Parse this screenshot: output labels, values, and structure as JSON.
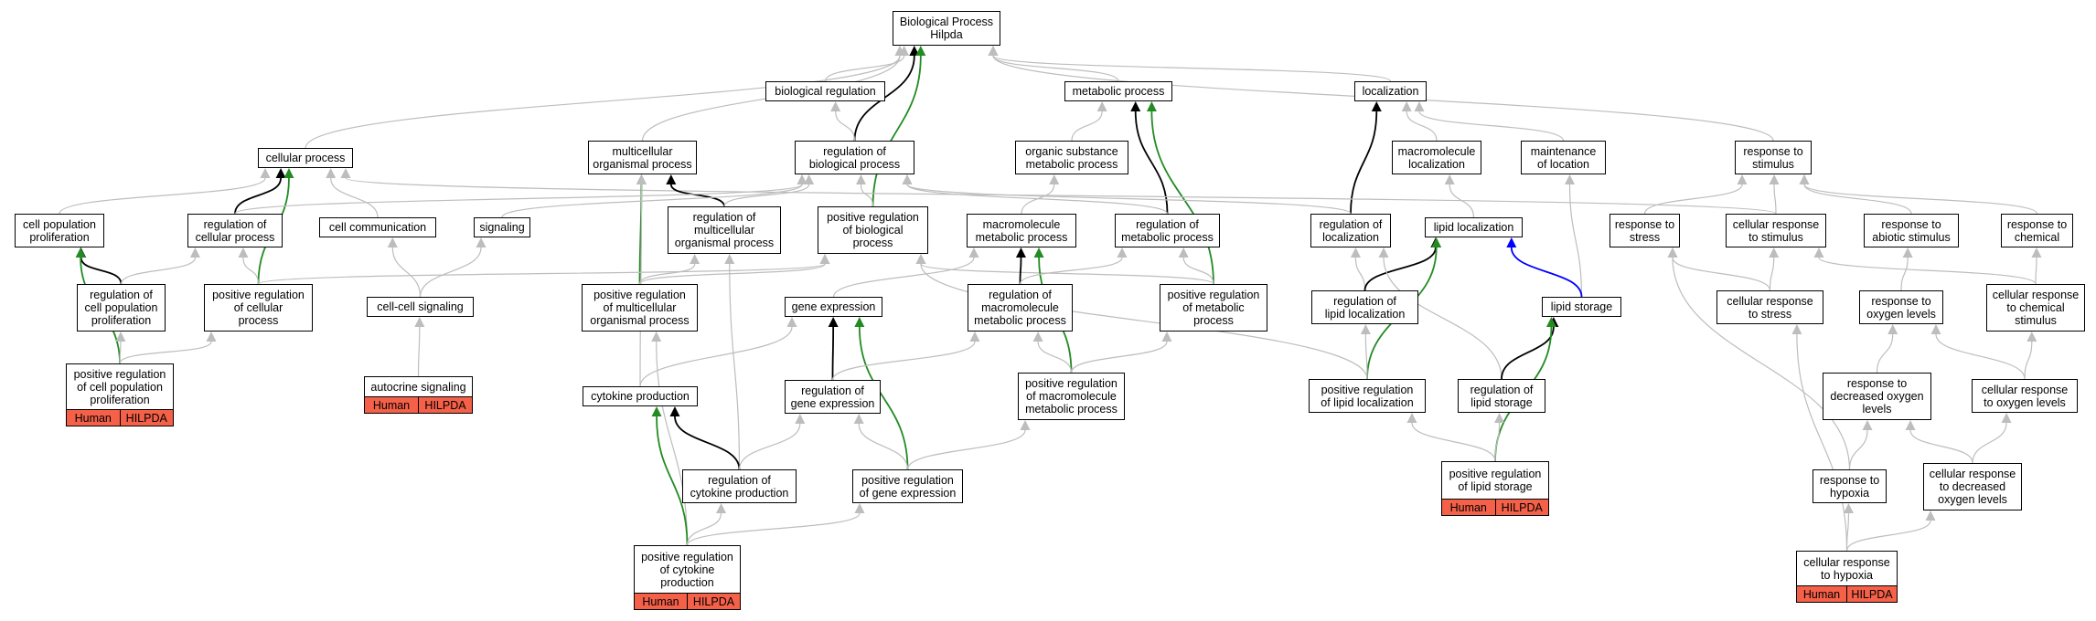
{
  "graph": {
    "nodes": [
      {
        "id": "root",
        "label": "Biological Process\nHilpda"
      },
      {
        "id": "bio_reg",
        "label": "biological regulation"
      },
      {
        "id": "metab",
        "label": "metabolic process"
      },
      {
        "id": "loc",
        "label": "localization"
      },
      {
        "id": "cell_proc",
        "label": "cellular process"
      },
      {
        "id": "multi",
        "label": "multicellular\norganismal process"
      },
      {
        "id": "reg_bio",
        "label": "regulation of\nbiological process"
      },
      {
        "id": "org_sub",
        "label": "organic substance\nmetabolic process"
      },
      {
        "id": "macro_loc",
        "label": "macromolecule\nlocalization"
      },
      {
        "id": "maint_loc",
        "label": "maintenance\nof location"
      },
      {
        "id": "resp_stim",
        "label": "response to\nstimulus"
      },
      {
        "id": "cell_pop",
        "label": "cell population\nproliferation"
      },
      {
        "id": "reg_cell",
        "label": "regulation of\ncellular process"
      },
      {
        "id": "cell_comm",
        "label": "cell communication"
      },
      {
        "id": "signaling",
        "label": "signaling"
      },
      {
        "id": "reg_multi",
        "label": "regulation of\nmulticellular\norganismal process"
      },
      {
        "id": "pos_bio",
        "label": "positive regulation\nof biological\nprocess"
      },
      {
        "id": "macro_met",
        "label": "macromolecule\nmetabolic process"
      },
      {
        "id": "reg_met",
        "label": "regulation of\nmetabolic process"
      },
      {
        "id": "reg_loc",
        "label": "regulation of\nlocalization"
      },
      {
        "id": "lipid_loc",
        "label": "lipid localization"
      },
      {
        "id": "resp_stress",
        "label": "response to\nstress"
      },
      {
        "id": "cell_resp_stim",
        "label": "cellular response\nto stimulus"
      },
      {
        "id": "resp_abiotic",
        "label": "response to\nabiotic stimulus"
      },
      {
        "id": "resp_chem",
        "label": "response to\nchemical"
      },
      {
        "id": "reg_cell_pop",
        "label": "regulation of\ncell population\nproliferation"
      },
      {
        "id": "pos_cell",
        "label": "positive regulation\nof cellular\nprocess"
      },
      {
        "id": "cc_sig",
        "label": "cell-cell signaling"
      },
      {
        "id": "pos_multi",
        "label": "positive regulation\nof multicellular\norganismal process"
      },
      {
        "id": "gene_expr",
        "label": "gene expression"
      },
      {
        "id": "reg_macro",
        "label": "regulation of\nmacromolecule\nmetabolic process"
      },
      {
        "id": "pos_met",
        "label": "positive regulation\nof metabolic\nprocess"
      },
      {
        "id": "reg_lipid_loc",
        "label": "regulation of\nlipid localization"
      },
      {
        "id": "lipid_storage",
        "label": "lipid storage"
      },
      {
        "id": "cell_resp_stress",
        "label": "cellular response\nto stress"
      },
      {
        "id": "resp_oxy",
        "label": "response to\noxygen levels"
      },
      {
        "id": "cell_resp_chem",
        "label": "cellular response\nto chemical\nstimulus"
      },
      {
        "id": "pos_cell_pop",
        "label": "positive regulation\nof cell population\nproliferation",
        "annotation": [
          "Human",
          "HILPDA"
        ]
      },
      {
        "id": "autocrine",
        "label": "autocrine signaling",
        "annotation": [
          "Human",
          "HILPDA"
        ]
      },
      {
        "id": "cytokine",
        "label": "cytokine production"
      },
      {
        "id": "reg_gene",
        "label": "regulation of\ngene expression"
      },
      {
        "id": "pos_macro",
        "label": "positive regulation\nof macromolecule\nmetabolic process"
      },
      {
        "id": "pos_lipid_loc",
        "label": "positive regulation\nof lipid localization"
      },
      {
        "id": "reg_lipid_storage",
        "label": "regulation of\nlipid storage"
      },
      {
        "id": "resp_dec_oxy",
        "label": "response to\ndecreased oxygen\nlevels"
      },
      {
        "id": "cell_resp_oxy",
        "label": "cellular response\nto oxygen levels"
      },
      {
        "id": "reg_cytokine",
        "label": "regulation of\ncytokine production"
      },
      {
        "id": "pos_gene",
        "label": "positive regulation\nof gene expression"
      },
      {
        "id": "pos_lipid_storage",
        "label": "positive regulation\nof lipid storage",
        "annotation": [
          "Human",
          "HILPDA"
        ]
      },
      {
        "id": "resp_hypoxia",
        "label": "response to\nhypoxia"
      },
      {
        "id": "cell_resp_dec_oxy",
        "label": "cellular response\nto decreased\noxygen levels"
      },
      {
        "id": "pos_cytokine",
        "label": "positive regulation\nof cytokine\nproduction",
        "annotation": [
          "Human",
          "HILPDA"
        ]
      },
      {
        "id": "cell_resp_hypoxia",
        "label": "cellular response\nto hypoxia",
        "annotation": [
          "Human",
          "HILPDA"
        ]
      }
    ],
    "edges": [
      {
        "from": "bio_reg",
        "to": "root",
        "type": "is_a"
      },
      {
        "from": "metab",
        "to": "root",
        "type": "is_a"
      },
      {
        "from": "loc",
        "to": "root",
        "type": "is_a"
      },
      {
        "from": "cell_proc",
        "to": "root",
        "type": "is_a"
      },
      {
        "from": "multi",
        "to": "root",
        "type": "is_a"
      },
      {
        "from": "reg_bio",
        "to": "root",
        "type": "regulates"
      },
      {
        "from": "pos_bio",
        "to": "root",
        "type": "positively_regulates"
      },
      {
        "from": "resp_stim",
        "to": "root",
        "type": "is_a"
      },
      {
        "from": "reg_bio",
        "to": "bio_reg",
        "type": "is_a"
      },
      {
        "from": "org_sub",
        "to": "metab",
        "type": "is_a"
      },
      {
        "from": "reg_met",
        "to": "metab",
        "type": "regulates"
      },
      {
        "from": "pos_met",
        "to": "metab",
        "type": "positively_regulates"
      },
      {
        "from": "macro_loc",
        "to": "loc",
        "type": "is_a"
      },
      {
        "from": "maint_loc",
        "to": "loc",
        "type": "is_a"
      },
      {
        "from": "reg_loc",
        "to": "loc",
        "type": "regulates"
      },
      {
        "from": "reg_cell",
        "to": "cell_proc",
        "type": "regulates"
      },
      {
        "from": "pos_cell",
        "to": "cell_proc",
        "type": "positively_regulates"
      },
      {
        "from": "cell_pop",
        "to": "cell_proc",
        "type": "is_a"
      },
      {
        "from": "cell_comm",
        "to": "cell_proc",
        "type": "is_a"
      },
      {
        "from": "cell_resp_stim",
        "to": "cell_proc",
        "type": "is_a"
      },
      {
        "from": "reg_multi",
        "to": "multi",
        "type": "regulates"
      },
      {
        "from": "pos_multi",
        "to": "multi",
        "type": "positively_regulates"
      },
      {
        "from": "cytokine",
        "to": "multi",
        "type": "is_a"
      },
      {
        "from": "reg_cell",
        "to": "reg_bio",
        "type": "is_a"
      },
      {
        "from": "reg_multi",
        "to": "reg_bio",
        "type": "is_a"
      },
      {
        "from": "pos_bio",
        "to": "reg_bio",
        "type": "is_a"
      },
      {
        "from": "reg_met",
        "to": "reg_bio",
        "type": "is_a"
      },
      {
        "from": "reg_loc",
        "to": "reg_bio",
        "type": "is_a"
      },
      {
        "from": "signaling",
        "to": "reg_bio",
        "type": "is_a"
      },
      {
        "from": "macro_met",
        "to": "org_sub",
        "type": "is_a"
      },
      {
        "from": "lipid_loc",
        "to": "macro_loc",
        "type": "is_a"
      },
      {
        "from": "lipid_storage",
        "to": "maint_loc",
        "type": "is_a"
      },
      {
        "from": "resp_stress",
        "to": "resp_stim",
        "type": "is_a"
      },
      {
        "from": "cell_resp_stim",
        "to": "resp_stim",
        "type": "is_a"
      },
      {
        "from": "resp_abiotic",
        "to": "resp_stim",
        "type": "is_a"
      },
      {
        "from": "resp_chem",
        "to": "resp_stim",
        "type": "is_a"
      },
      {
        "from": "reg_cell_pop",
        "to": "cell_pop",
        "type": "regulates"
      },
      {
        "from": "pos_cell_pop",
        "to": "cell_pop",
        "type": "positively_regulates"
      },
      {
        "from": "reg_cell_pop",
        "to": "reg_cell",
        "type": "is_a"
      },
      {
        "from": "pos_cell",
        "to": "reg_cell",
        "type": "is_a"
      },
      {
        "from": "cc_sig",
        "to": "cell_comm",
        "type": "is_a"
      },
      {
        "from": "cc_sig",
        "to": "signaling",
        "type": "is_a"
      },
      {
        "from": "pos_multi",
        "to": "reg_multi",
        "type": "is_a"
      },
      {
        "from": "pos_multi",
        "to": "pos_bio",
        "type": "is_a"
      },
      {
        "from": "pos_cell",
        "to": "pos_bio",
        "type": "is_a"
      },
      {
        "from": "pos_met",
        "to": "pos_bio",
        "type": "is_a"
      },
      {
        "from": "gene_expr",
        "to": "macro_met",
        "type": "is_a"
      },
      {
        "from": "reg_macro",
        "to": "macro_met",
        "type": "regulates"
      },
      {
        "from": "pos_macro",
        "to": "macro_met",
        "type": "positively_regulates"
      },
      {
        "from": "reg_macro",
        "to": "reg_met",
        "type": "is_a"
      },
      {
        "from": "pos_met",
        "to": "reg_met",
        "type": "is_a"
      },
      {
        "from": "reg_lipid_loc",
        "to": "reg_loc",
        "type": "is_a"
      },
      {
        "from": "reg_lipid_loc",
        "to": "lipid_loc",
        "type": "regulates"
      },
      {
        "from": "pos_lipid_loc",
        "to": "lipid_loc",
        "type": "positively_regulates"
      },
      {
        "from": "lipid_storage",
        "to": "lipid_loc",
        "type": "part_of"
      },
      {
        "from": "reg_lipid_storage",
        "to": "reg_loc",
        "type": "is_a"
      },
      {
        "from": "cell_resp_stress",
        "to": "resp_stress",
        "type": "is_a"
      },
      {
        "from": "cell_resp_stress",
        "to": "cell_resp_stim",
        "type": "is_a"
      },
      {
        "from": "cell_resp_chem",
        "to": "cell_resp_stim",
        "type": "is_a"
      },
      {
        "from": "resp_oxy",
        "to": "resp_abiotic",
        "type": "is_a"
      },
      {
        "from": "cell_resp_chem",
        "to": "resp_chem",
        "type": "is_a"
      },
      {
        "from": "pos_cell_pop",
        "to": "reg_cell_pop",
        "type": "is_a"
      },
      {
        "from": "pos_cell_pop",
        "to": "pos_cell",
        "type": "is_a"
      },
      {
        "from": "autocrine",
        "to": "cc_sig",
        "type": "is_a"
      },
      {
        "from": "pos_cytokine",
        "to": "pos_multi",
        "type": "is_a"
      },
      {
        "from": "reg_cytokine",
        "to": "reg_multi",
        "type": "is_a"
      },
      {
        "from": "cytokine",
        "to": "gene_expr",
        "type": "is_a"
      },
      {
        "from": "reg_gene",
        "to": "gene_expr",
        "type": "regulates"
      },
      {
        "from": "pos_gene",
        "to": "gene_expr",
        "type": "positively_regulates"
      },
      {
        "from": "reg_gene",
        "to": "reg_macro",
        "type": "is_a"
      },
      {
        "from": "pos_macro",
        "to": "reg_macro",
        "type": "is_a"
      },
      {
        "from": "pos_macro",
        "to": "pos_met",
        "type": "is_a"
      },
      {
        "from": "pos_lipid_loc",
        "to": "reg_lipid_loc",
        "type": "is_a"
      },
      {
        "from": "reg_lipid_storage",
        "to": "lipid_storage",
        "type": "regulates"
      },
      {
        "from": "pos_lipid_storage",
        "to": "lipid_storage",
        "type": "positively_regulates"
      },
      {
        "from": "pos_lipid_loc",
        "to": "pos_bio",
        "type": "is_a"
      },
      {
        "from": "pos_lipid_storage",
        "to": "reg_lipid_storage",
        "type": "is_a"
      },
      {
        "from": "pos_lipid_storage",
        "to": "pos_lipid_loc",
        "type": "is_a"
      },
      {
        "from": "resp_dec_oxy",
        "to": "resp_oxy",
        "type": "is_a"
      },
      {
        "from": "cell_resp_oxy",
        "to": "resp_oxy",
        "type": "is_a"
      },
      {
        "from": "cell_resp_oxy",
        "to": "cell_resp_chem",
        "type": "is_a"
      },
      {
        "from": "reg_cytokine",
        "to": "cytokine",
        "type": "regulates"
      },
      {
        "from": "reg_cytokine",
        "to": "reg_gene",
        "type": "is_a"
      },
      {
        "from": "pos_gene",
        "to": "reg_gene",
        "type": "is_a"
      },
      {
        "from": "pos_gene",
        "to": "pos_macro",
        "type": "is_a"
      },
      {
        "from": "resp_hypoxia",
        "to": "resp_dec_oxy",
        "type": "is_a"
      },
      {
        "from": "resp_hypoxia",
        "to": "resp_stress",
        "type": "is_a"
      },
      {
        "from": "cell_resp_dec_oxy",
        "to": "resp_dec_oxy",
        "type": "is_a"
      },
      {
        "from": "cell_resp_dec_oxy",
        "to": "cell_resp_oxy",
        "type": "is_a"
      },
      {
        "from": "pos_cytokine",
        "to": "cytokine",
        "type": "positively_regulates"
      },
      {
        "from": "pos_cytokine",
        "to": "reg_cytokine",
        "type": "is_a"
      },
      {
        "from": "pos_cytokine",
        "to": "pos_gene",
        "type": "is_a"
      },
      {
        "from": "cell_resp_hypoxia",
        "to": "resp_hypoxia",
        "type": "is_a"
      },
      {
        "from": "cell_resp_hypoxia",
        "to": "cell_resp_dec_oxy",
        "type": "is_a"
      },
      {
        "from": "cell_resp_hypoxia",
        "to": "cell_resp_stress",
        "type": "is_a"
      }
    ],
    "edge_colors": {
      "is_a": "#bdbdbd",
      "regulates": "#000000",
      "positively_regulates": "#228b22",
      "part_of": "#0000ff"
    },
    "annotation_color": "#f46048"
  }
}
